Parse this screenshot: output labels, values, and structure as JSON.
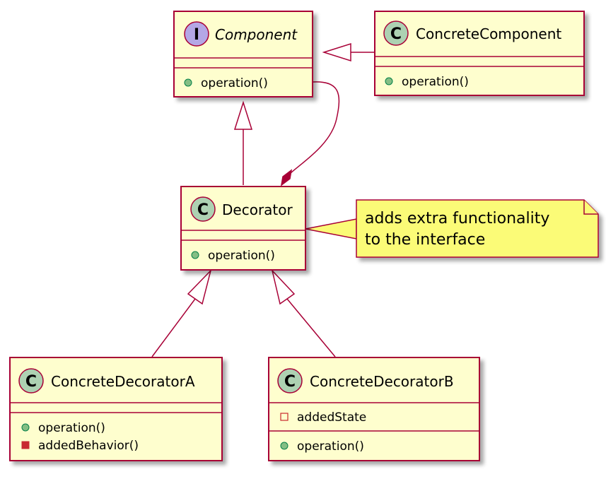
{
  "colors": {
    "class_fill": "#FEFECE",
    "class_border": "#A80036",
    "class_icon": "#ADD1B2",
    "interface_icon": "#B4A7E5",
    "note_fill": "#FBFB77",
    "public_marker": "#84BE84",
    "private_marker": "#C82930"
  },
  "classes": {
    "component": {
      "icon_letter": "I",
      "icon_name": "interface-icon",
      "name": "Component",
      "methods": [
        "operation()"
      ]
    },
    "concrete_component": {
      "icon_letter": "C",
      "icon_name": "class-icon",
      "name": "ConcreteComponent",
      "methods": [
        "operation()"
      ]
    },
    "decorator": {
      "icon_letter": "C",
      "icon_name": "class-icon",
      "name": "Decorator",
      "methods": [
        "operation()"
      ]
    },
    "concrete_decorator_a": {
      "icon_letter": "C",
      "icon_name": "class-icon",
      "name": "ConcreteDecoratorA",
      "methods": [
        "operation()",
        "addedBehavior()"
      ]
    },
    "concrete_decorator_b": {
      "icon_letter": "C",
      "icon_name": "class-icon",
      "name": "ConcreteDecoratorB",
      "fields": [
        "addedState"
      ],
      "methods": [
        "operation()"
      ]
    }
  },
  "note": {
    "lines": [
      "adds extra functionality",
      "to the interface"
    ]
  }
}
